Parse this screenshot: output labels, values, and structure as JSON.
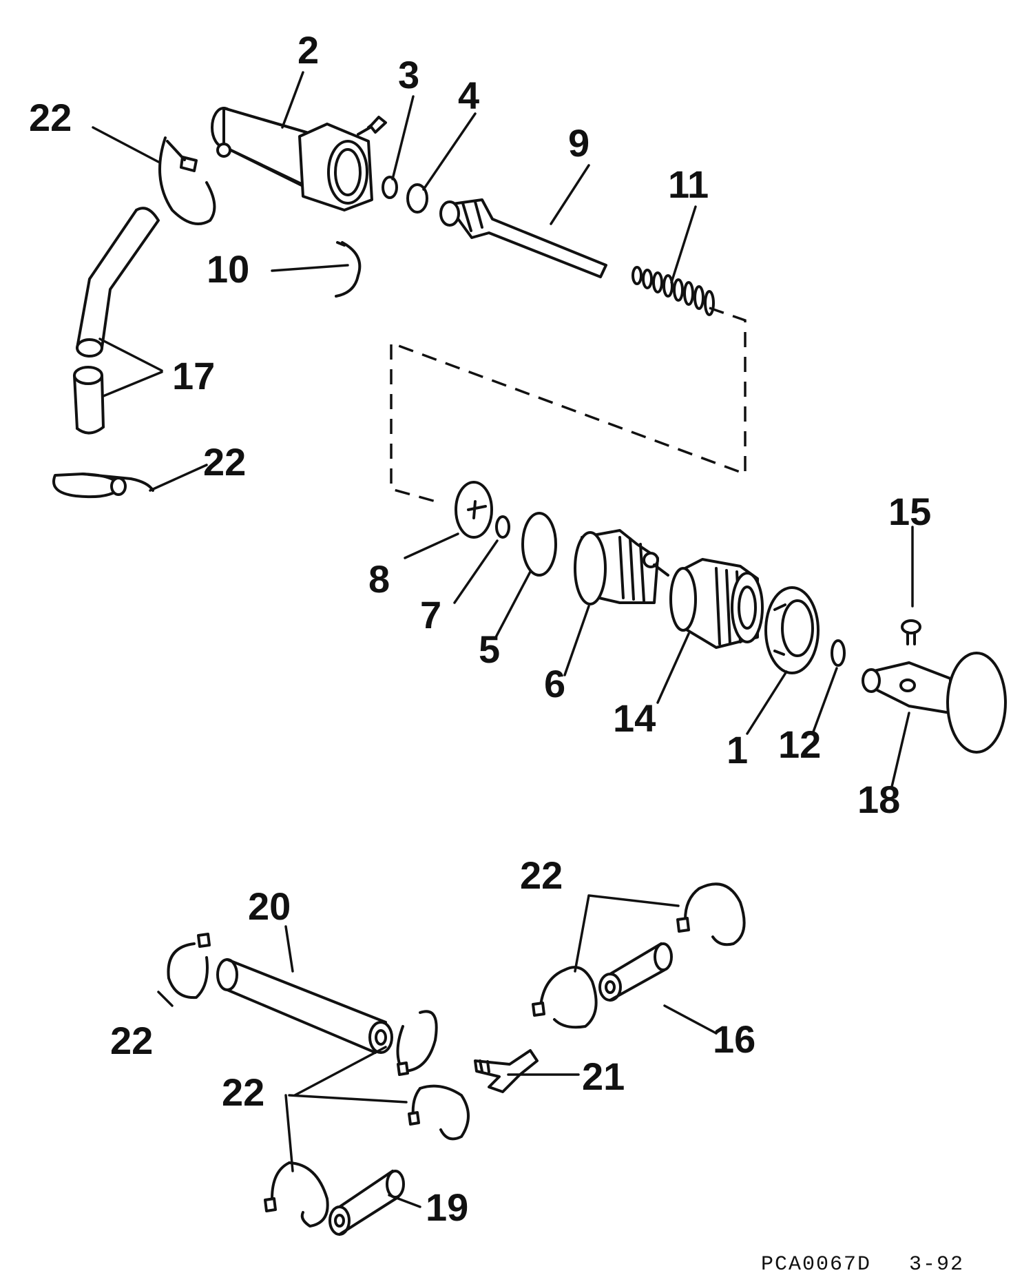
{
  "diagram": {
    "callouts": {
      "c1": "1",
      "c2": "2",
      "c3": "3",
      "c4": "4",
      "c5": "5",
      "c6": "6",
      "c7": "7",
      "c8": "8",
      "c9": "9",
      "c10": "10",
      "c11": "11",
      "c12": "12",
      "c14": "14",
      "c15": "15",
      "c16": "16",
      "c17": "17",
      "c18": "18",
      "c19": "19",
      "c20": "20",
      "c21": "21",
      "c22a": "22",
      "c22b": "22",
      "c22c": "22",
      "c22d": "22",
      "c22e": "22"
    },
    "footer": {
      "code": "PCA0067D",
      "date": "3-92"
    }
  }
}
